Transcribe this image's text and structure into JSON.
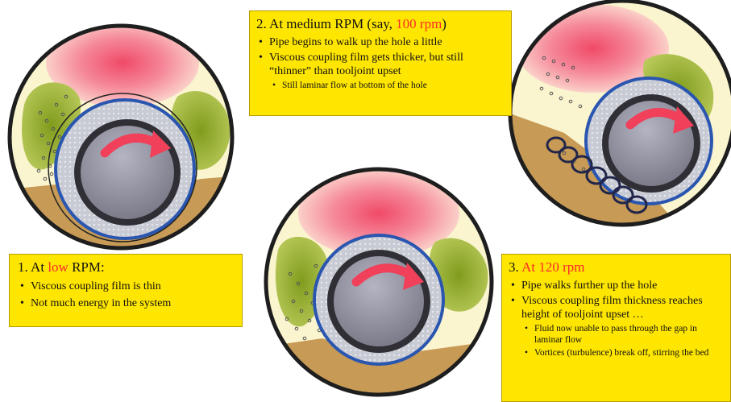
{
  "box2": {
    "title_prefix": "2. At medium RPM (say, ",
    "title_highlight": "100 rpm",
    "title_suffix": ")",
    "bullets": [
      "Pipe begins to walk up the hole a little",
      "Viscous coupling film gets thicker, but still “thinner” than tooljoint upset"
    ],
    "sub_bullets": [
      "Still laminar flow at bottom of the hole"
    ]
  },
  "box1": {
    "title_prefix": "1. At ",
    "title_highlight": "low",
    "title_suffix": " RPM:",
    "bullets": [
      "Viscous coupling film is thin",
      "Not much energy in the system"
    ]
  },
  "box3": {
    "title_prefix": "3. ",
    "title_highlight": "At 120 rpm",
    "bullets": [
      "Pipe walks further up the hole",
      "Viscous coupling film thickness reaches height of tooljoint upset …"
    ],
    "sub_bullets": [
      "Fluid now unable to pass through the gap in laminar flow",
      "Vortices (turbulence) break off, stirring the bed"
    ]
  },
  "colors": {
    "label_box": "#ffe600",
    "highlight_text": "#ff2a2a",
    "borehole_fill": "#faf5cf",
    "hot_zone": "#f2607a",
    "cuttings_bed": "#c79a55",
    "green_zone": "#8ea82a",
    "pipe_body": "#8c8c9c",
    "pipe_outline": "#2f2f35",
    "tooljoint_ring": "#2a56b0",
    "rotation_arrow": "#f0405a",
    "vortex_rings": "#22264a"
  },
  "icons": {
    "rotation": "clockwise-arrow-icon",
    "vortex": "vortex-ring-icon"
  }
}
